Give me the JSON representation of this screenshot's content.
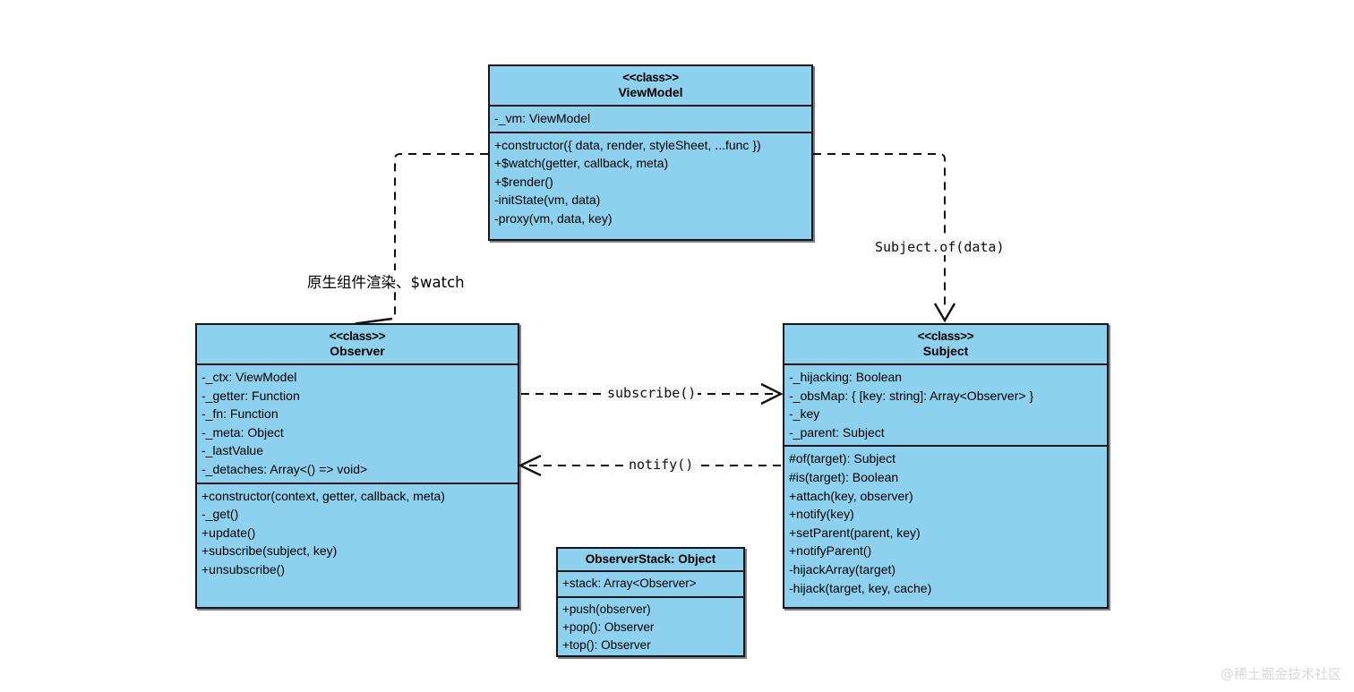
{
  "diagram": {
    "type": "uml-class-diagram",
    "background": "#ffffff",
    "box_fill": "#8ed1ef",
    "box_stroke": "#15151f",
    "classes": [
      {
        "id": "viewmodel",
        "stereotype": "<<class>>",
        "name": "ViewModel",
        "attributes": [
          "-_vm: ViewModel"
        ],
        "methods": [
          "+constructor({ data, render, styleSheet, ...func })",
          "+$watch(getter, callback, meta)",
          "+$render()",
          "-initState(vm, data)",
          "-proxy(vm, data, key)"
        ]
      },
      {
        "id": "observer",
        "stereotype": "<<class>>",
        "name": "Observer",
        "attributes": [
          "-_ctx: ViewModel",
          "-_getter: Function",
          "-_fn: Function",
          "-_meta: Object",
          "-_lastValue",
          "-_detaches: Array<() => void>"
        ],
        "methods": [
          "+constructor(context, getter, callback, meta)",
          "-_get()",
          "+update()",
          "+subscribe(subject, key)",
          "+unsubscribe()"
        ]
      },
      {
        "id": "subject",
        "stereotype": "<<class>>",
        "name": "Subject",
        "attributes": [
          "-_hijacking: Boolean",
          "-_obsMap: { [key: string]: Array<Observer> }",
          "-_key",
          "-_parent: Subject"
        ],
        "methods": [
          "#of(target): Subject",
          "#is(target): Boolean",
          "+attach(key, observer)",
          "+notify(key)",
          "+setParent(parent, key)",
          "+notifyParent()",
          "-hijackArray(target)",
          "-hijack(target, key, cache)"
        ]
      },
      {
        "id": "observerstack",
        "stereotype": "",
        "name": "ObserverStack: Object",
        "attributes": [
          "+stack: Array<Observer>"
        ],
        "methods": [
          "+push(observer)",
          "+pop(): Observer",
          "+top(): Observer"
        ]
      }
    ],
    "edges": [
      {
        "id": "vm-to-observer",
        "label": "原生组件渲染、$watch",
        "from": "viewmodel",
        "to": "observer",
        "style": "dashed",
        "arrow": "open"
      },
      {
        "id": "vm-to-subject",
        "label": "Subject.of(data)",
        "from": "viewmodel",
        "to": "subject",
        "style": "dashed",
        "arrow": "open"
      },
      {
        "id": "observer-to-subject",
        "label": "subscribe()",
        "from": "observer",
        "to": "subject",
        "style": "dashed",
        "arrow": "open"
      },
      {
        "id": "subject-to-observer",
        "label": "notify()",
        "from": "subject",
        "to": "observer",
        "style": "dashed",
        "arrow": "open"
      }
    ]
  },
  "watermark": {
    "text": "@稀土掘金技术社区"
  }
}
